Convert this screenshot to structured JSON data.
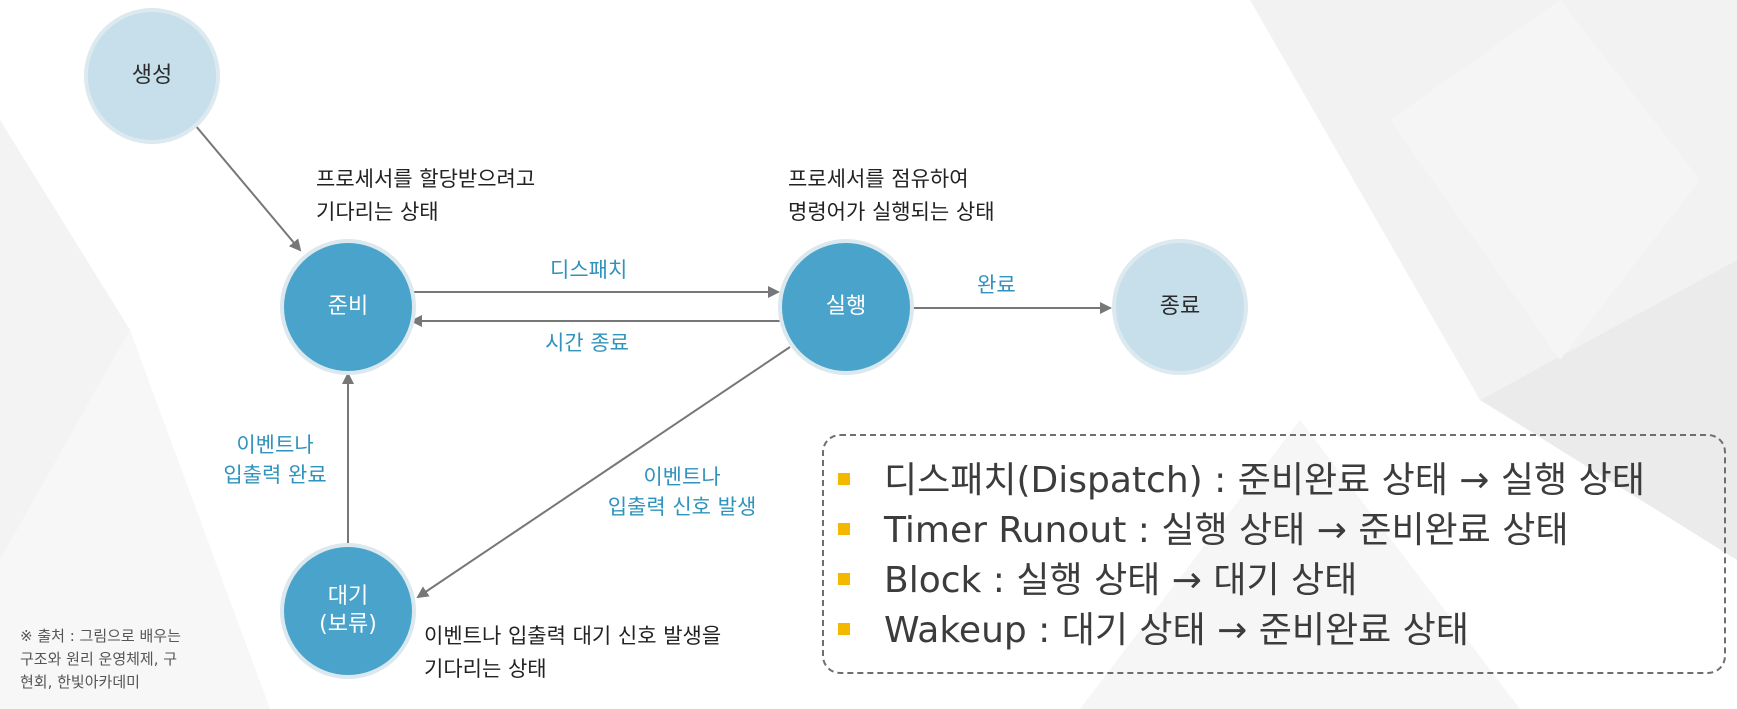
{
  "colors": {
    "node_dark": "#4aa3cb",
    "node_light": "#c6dfea",
    "edge_label": "#2f93bd",
    "arrow": "#777777",
    "bullet": "#f5b800"
  },
  "nodes": {
    "create": "생성",
    "ready": "준비",
    "running": "실행",
    "terminated": "종료",
    "waiting_line1": "대기",
    "waiting_line2": "(보류)"
  },
  "captions": {
    "ready_line1": "프로세서를 할당받으려고",
    "ready_line2": "기다리는 상태",
    "running_line1": "프로세서를 점유하여",
    "running_line2": "명령어가 실행되는 상태",
    "waiting_line1": "이벤트나 입출력 대기 신호 발생을",
    "waiting_line2": "기다리는 상태"
  },
  "edges": {
    "dispatch": "디스패치",
    "timeout": "시간 종료",
    "complete": "완료",
    "wakeup_line1": "이벤트나",
    "wakeup_line2": "입출력 완료",
    "block_line1": "이벤트나",
    "block_line2": "입출력 신호 발생"
  },
  "legend": [
    "디스패치(Dispatch) : 준비완료 상태 → 실행 상태",
    "Timer Runout : 실행 상태 → 준비완료 상태",
    "Block : 실행 상태 → 대기 상태",
    "Wakeup : 대기 상태 → 준비완료 상태"
  ],
  "source": {
    "line1": "※ 출처 : 그림으로 배우는",
    "line2": "구조와 원리 운영체제, 구",
    "line3": "현회, 한빛아카데미"
  }
}
